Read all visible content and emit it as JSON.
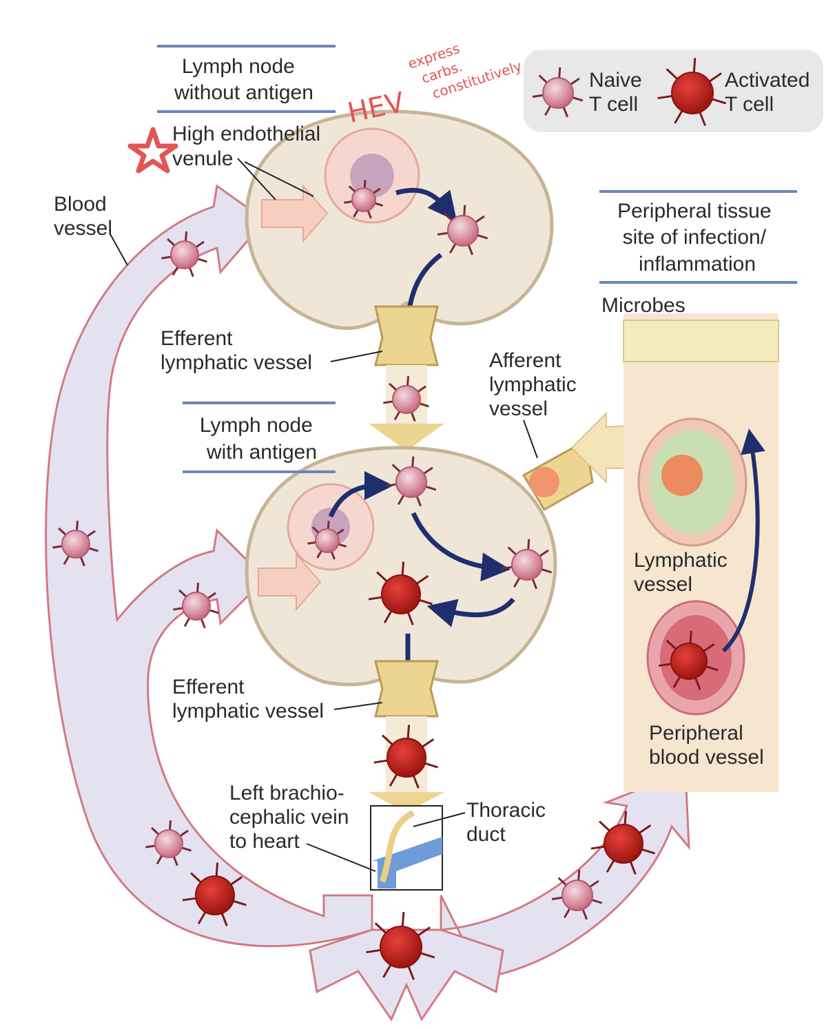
{
  "titles": {
    "node_without_antigen": [
      "Lymph node",
      "without antigen"
    ],
    "node_with_antigen": [
      "Lymph node",
      "with antigen"
    ],
    "peripheral_tissue": [
      "Peripheral tissue",
      "site of infection/",
      "inflammation"
    ]
  },
  "legend": {
    "naive": [
      "Naive",
      "T cell"
    ],
    "activated": [
      "Activated",
      "T cell"
    ]
  },
  "labels": {
    "hev": [
      "High endothelial",
      "venule"
    ],
    "blood_vessel": [
      "Blood",
      "vessel"
    ],
    "efferent_1": [
      "Efferent",
      "lymphatic vessel"
    ],
    "efferent_2": [
      "Efferent",
      "lymphatic vessel"
    ],
    "afferent": [
      "Afferent",
      "lymphatic",
      "vessel"
    ],
    "microbes": "Microbes",
    "lymphatic_vessel": [
      "Lymphatic",
      "vessel"
    ],
    "peripheral_blood_vessel": [
      "Peripheral",
      "blood vessel"
    ],
    "brachiocephalic": [
      "Left brachio-",
      "cephalic vein",
      "to heart"
    ],
    "thoracic_duct": [
      "Thoracic",
      "duct"
    ]
  },
  "annotations": {
    "hev_short": "HEV",
    "note": [
      "express",
      "carbs.",
      "constitutively"
    ]
  },
  "colors": {
    "naive_cell": "#d9869a",
    "activated_cell": "#c8201c",
    "blood_vessel_fill": "#e4e2f0",
    "blood_vessel_edge": "#d27a82",
    "lymph_node": "#efe6d8",
    "annotation": "#e25552",
    "arrow": "#1f2f6e"
  }
}
